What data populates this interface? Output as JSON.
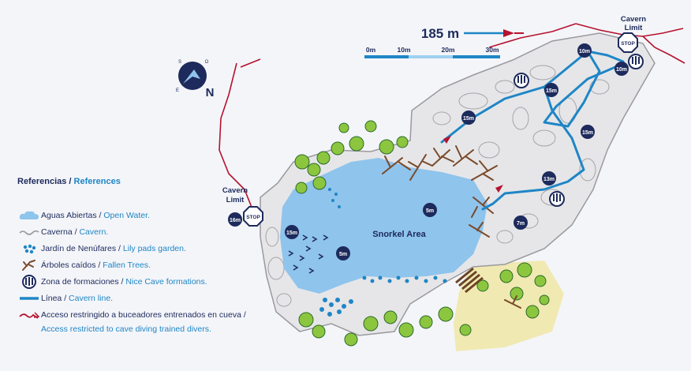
{
  "scale": {
    "distance_label": "185 m",
    "ticks": [
      "0m",
      "10m",
      "20m",
      "30m"
    ]
  },
  "compass": {
    "north_label": "N",
    "letters": [
      "S",
      "O",
      "E"
    ]
  },
  "areas": {
    "snorkel_label": "Snorkel Area"
  },
  "cavern_limits": [
    {
      "label_line1": "Cavern",
      "label_line2": "Limit"
    },
    {
      "label_line1": "Cavern",
      "label_line2": "Limit"
    }
  ],
  "stop_sign_label": "STOP",
  "depth_markers": [
    "10m",
    "10m",
    "15m",
    "15m",
    "15m",
    "13m",
    "7m",
    "5m",
    "15m",
    "5m",
    "16m"
  ],
  "legend": {
    "title_es": "Referencias /",
    "title_en": "References",
    "items": [
      {
        "es": "Aguas Abiertas /",
        "en": "Open Water."
      },
      {
        "es": "Caverna /",
        "en": "Cavern."
      },
      {
        "es": "Jardín de Nenúfares /",
        "en": "Lily pads garden."
      },
      {
        "es": "Árboles caídos /",
        "en": "Fallen Trees."
      },
      {
        "es": "Zona de formaciones /",
        "en": "Nice Cave formations."
      },
      {
        "es": "Línea /",
        "en": "Cavern line."
      },
      {
        "es": "Acceso restringido a buceadores entrenados en cueva /",
        "en": "Access restricted to cave diving trained divers."
      }
    ]
  },
  "colors": {
    "water": "#8fc4ec",
    "cavern": "#e6e6e8",
    "navy": "#1d2a5c",
    "line_blue": "#1e86c6",
    "restricted_red": "#b5122e",
    "tree_brown": "#7a4a2a",
    "foliage": "#8cc63f",
    "sand": "#f1e9b2"
  }
}
